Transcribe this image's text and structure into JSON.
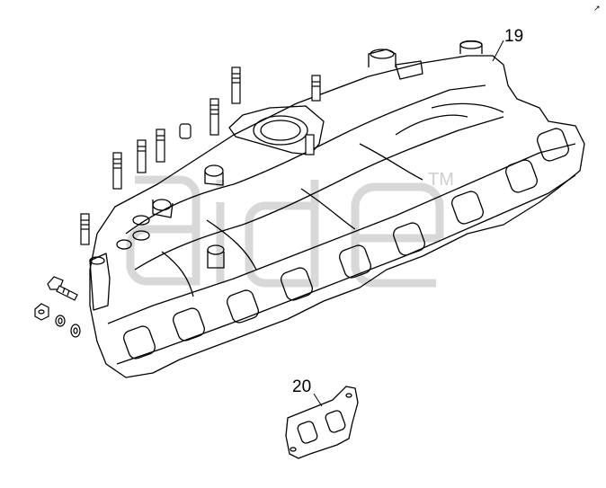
{
  "diagram": {
    "callouts": [
      {
        "id": "19",
        "text": "19",
        "part": "exhaust-manifold"
      },
      {
        "id": "20",
        "text": "20",
        "part": "manifold-gasket"
      }
    ],
    "watermark": {
      "text": "aide",
      "trademark": "TM"
    },
    "colors": {
      "line": "#000000",
      "watermark": "#d2d2d2",
      "background": "#ffffff"
    }
  }
}
